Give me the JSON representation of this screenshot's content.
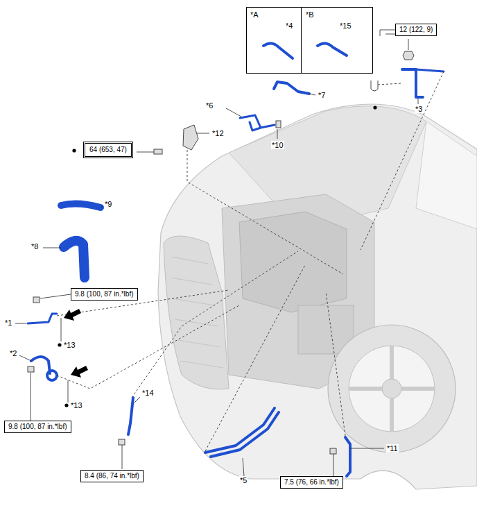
{
  "diagram": {
    "nodes": [
      {
        "text": [
          "*A",
          "*4"
        ]
      },
      {
        "text": [
          "*B",
          "*15"
        ]
      },
      {
        "text": [
          "12 (122, 9)"
        ]
      },
      {
        "text": [
          "64 (653, 47)"
        ]
      },
      {
        "text": [
          "9.8 (100, 87 in.*lbf)"
        ]
      },
      {
        "text": [
          "9.8 (100, 87 in.*lbf)"
        ]
      },
      {
        "text": [
          "8.4 (86, 74 in.*lbf)"
        ]
      },
      {
        "text": [
          "7.5 (76, 66 in.*lbf)"
        ]
      }
    ],
    "edges": [],
    "labels": [
      "*3",
      "*7",
      "*6",
      "*10",
      "*12",
      "*9",
      "*8",
      "*1",
      "*13",
      "*2",
      "*13",
      "*14",
      "*5",
      "*11"
    ]
  }
}
